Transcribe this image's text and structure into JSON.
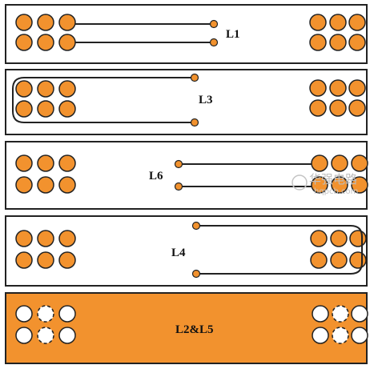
{
  "diagram": {
    "layers": [
      {
        "id": "L1",
        "label": "L1"
      },
      {
        "id": "L3",
        "label": "L3"
      },
      {
        "id": "L6",
        "label": "L6"
      },
      {
        "id": "L4",
        "label": "L4"
      },
      {
        "id": "L2L5",
        "label": "L2&L5"
      }
    ],
    "watermark": {
      "text": "华强电路",
      "url": "hqpcb.com"
    },
    "colors": {
      "pad": "#f2922e",
      "pad_outline": "#222222",
      "plane": "#f2922e",
      "trace": "#222222",
      "frame": "#222222"
    }
  }
}
